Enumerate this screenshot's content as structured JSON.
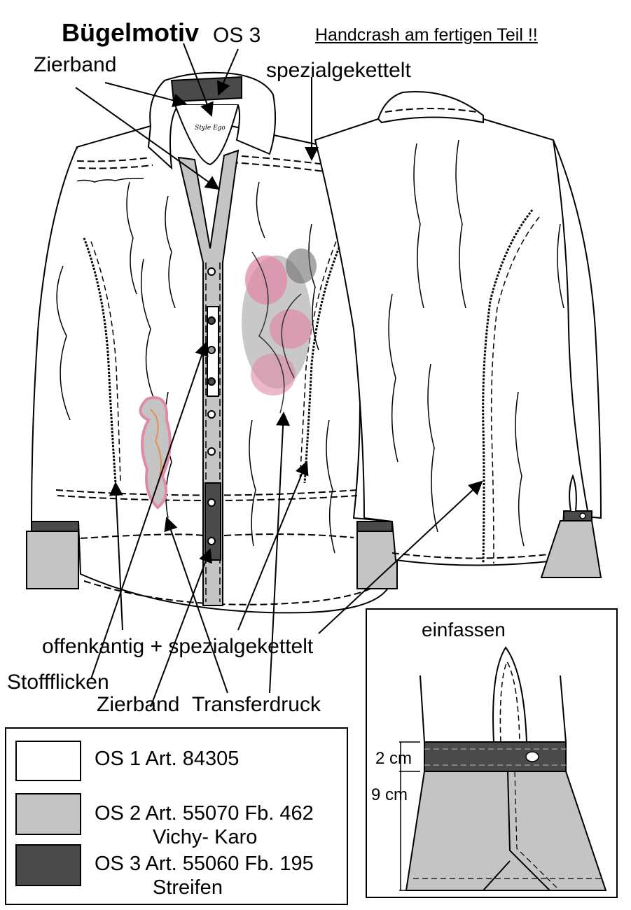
{
  "header": {
    "motif_label": "Bügelmotiv",
    "os3_label": "OS 3",
    "note": "Handcrash am fertigen Teil !!",
    "zierband_label": "Zierband",
    "spezial_label": "spezialgekettelt",
    "logo_text": "Style Ego"
  },
  "callouts": {
    "offenkantig": "offenkantig + spezialgekettelt",
    "stoffflicken": "Stoffflicken",
    "zierband": "Zierband",
    "transferdruck": "Transferdruck"
  },
  "legend": [
    {
      "label": "OS 1 Art. 84305",
      "sub": "",
      "color": "#ffffff"
    },
    {
      "label": "OS 2 Art. 55070 Fb. 462",
      "sub": "Vichy- Karo",
      "color": "#c4c4c4"
    },
    {
      "label": "OS 3 Art. 55060 Fb. 195",
      "sub": "Streifen",
      "color": "#4a4a4a"
    }
  ],
  "detail": {
    "title": "einfassen",
    "measure_band": "2 cm",
    "measure_cuff": "9 cm"
  },
  "colors": {
    "os1": "#ffffff",
    "os2": "#c4c4c4",
    "os3": "#4a4a4a",
    "print_pink": "#e08aa8",
    "print_grey": "#9a9a9a"
  }
}
